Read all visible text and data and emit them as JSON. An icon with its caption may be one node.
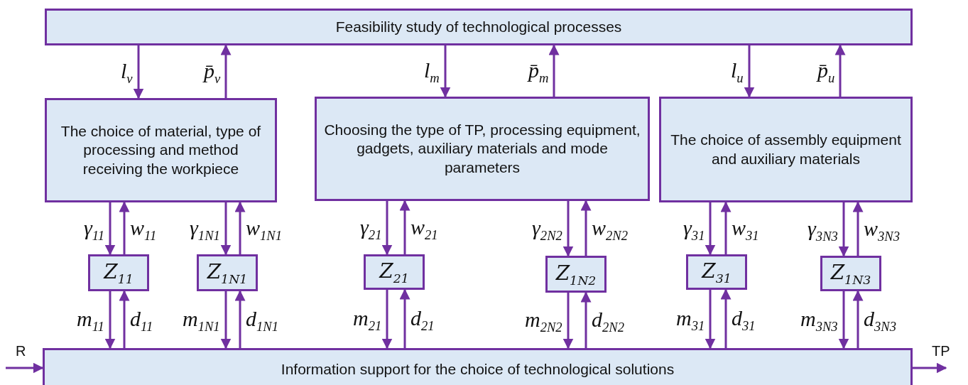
{
  "diagram": {
    "nodes": [
      {
        "text": [
          "Feasibility study of technological processes"
        ]
      },
      {
        "text": [
          "The choice of material, type of processing and method receiving the workpiece"
        ]
      },
      {
        "text": [
          "Choosing the type of TP, processing equipment, gadgets, auxiliary materials and mode parameters"
        ]
      },
      {
        "text": [
          "The choice of assembly equipment and auxiliary materials"
        ]
      },
      {
        "text": [
          "Z$_{11}$"
        ]
      },
      {
        "text": [
          "Z$_{1N1}$"
        ]
      },
      {
        "text": [
          "Z$_{21}$"
        ]
      },
      {
        "text": [
          "Z$_{1N2}$"
        ]
      },
      {
        "text": [
          "Z$_{31}$"
        ]
      },
      {
        "text": [
          "Z$_{1N3}$"
        ]
      },
      {
        "text": [
          "Information support for the choice of technological solutions"
        ]
      }
    ],
    "edges": [
      {
        "from": 0,
        "to": 1,
        "arrow": "to",
        "label": "l$_{v}$"
      },
      {
        "from": 1,
        "to": 0,
        "arrow": "to",
        "label": "p̄$_{v}$"
      },
      {
        "from": 0,
        "to": 2,
        "arrow": "to",
        "label": "l$_{m}$"
      },
      {
        "from": 2,
        "to": 0,
        "arrow": "to",
        "label": "p̄$_{m}$"
      },
      {
        "from": 0,
        "to": 3,
        "arrow": "to",
        "label": "l$_{u}$"
      },
      {
        "from": 3,
        "to": 0,
        "arrow": "to",
        "label": "p̄$_{u}$"
      },
      {
        "from": 1,
        "to": 4,
        "arrow": "to",
        "label": "γ$_{11}$"
      },
      {
        "from": 4,
        "to": 1,
        "arrow": "to",
        "label": "w$_{11}$"
      },
      {
        "from": 1,
        "to": 5,
        "arrow": "to",
        "label": "γ$_{1N1}$"
      },
      {
        "from": 5,
        "to": 1,
        "arrow": "to",
        "label": "w$_{1N1}$"
      },
      {
        "from": 2,
        "to": 6,
        "arrow": "to",
        "label": "γ$_{21}$"
      },
      {
        "from": 6,
        "to": 2,
        "arrow": "to",
        "label": "w$_{21}$"
      },
      {
        "from": 2,
        "to": 7,
        "arrow": "to",
        "label": "γ$_{2N2}$"
      },
      {
        "from": 7,
        "to": 2,
        "arrow": "to",
        "label": "w$_{2N2}$"
      },
      {
        "from": 3,
        "to": 8,
        "arrow": "to",
        "label": "γ$_{31}$"
      },
      {
        "from": 8,
        "to": 3,
        "arrow": "to",
        "label": "w$_{31}$"
      },
      {
        "from": 3,
        "to": 9,
        "arrow": "to",
        "label": "γ$_{3N3}$"
      },
      {
        "from": 9,
        "to": 3,
        "arrow": "to",
        "label": "w$_{3N3}$"
      },
      {
        "from": 4,
        "to": 10,
        "arrow": "to",
        "label": "m$_{11}$"
      },
      {
        "from": 10,
        "to": 4,
        "arrow": "to",
        "label": "d$_{11}$"
      },
      {
        "from": 5,
        "to": 10,
        "arrow": "to",
        "label": "m$_{1N1}$"
      },
      {
        "from": 10,
        "to": 5,
        "arrow": "to",
        "label": "d$_{1N1}$"
      },
      {
        "from": 6,
        "to": 10,
        "arrow": "to",
        "label": "m$_{21}$"
      },
      {
        "from": 10,
        "to": 6,
        "arrow": "to",
        "label": "d$_{21}$"
      },
      {
        "from": 7,
        "to": 10,
        "arrow": "to",
        "label": "m$_{2N2}$"
      },
      {
        "from": 10,
        "to": 7,
        "arrow": "to",
        "label": "d$_{2N2}$"
      },
      {
        "from": 8,
        "to": 10,
        "arrow": "to",
        "label": "m$_{31}$"
      },
      {
        "from": 10,
        "to": 8,
        "arrow": "to",
        "label": "d$_{31}$"
      },
      {
        "from": 9,
        "to": 10,
        "arrow": "to",
        "label": "m$_{3N3}$"
      },
      {
        "from": 10,
        "to": 9,
        "arrow": "to",
        "label": "d$_{3N3}$"
      },
      {
        "from": null,
        "to": 10,
        "arrow": "to",
        "label": "R"
      },
      {
        "from": 10,
        "to": null,
        "arrow": "to",
        "label": "TP"
      }
    ]
  }
}
